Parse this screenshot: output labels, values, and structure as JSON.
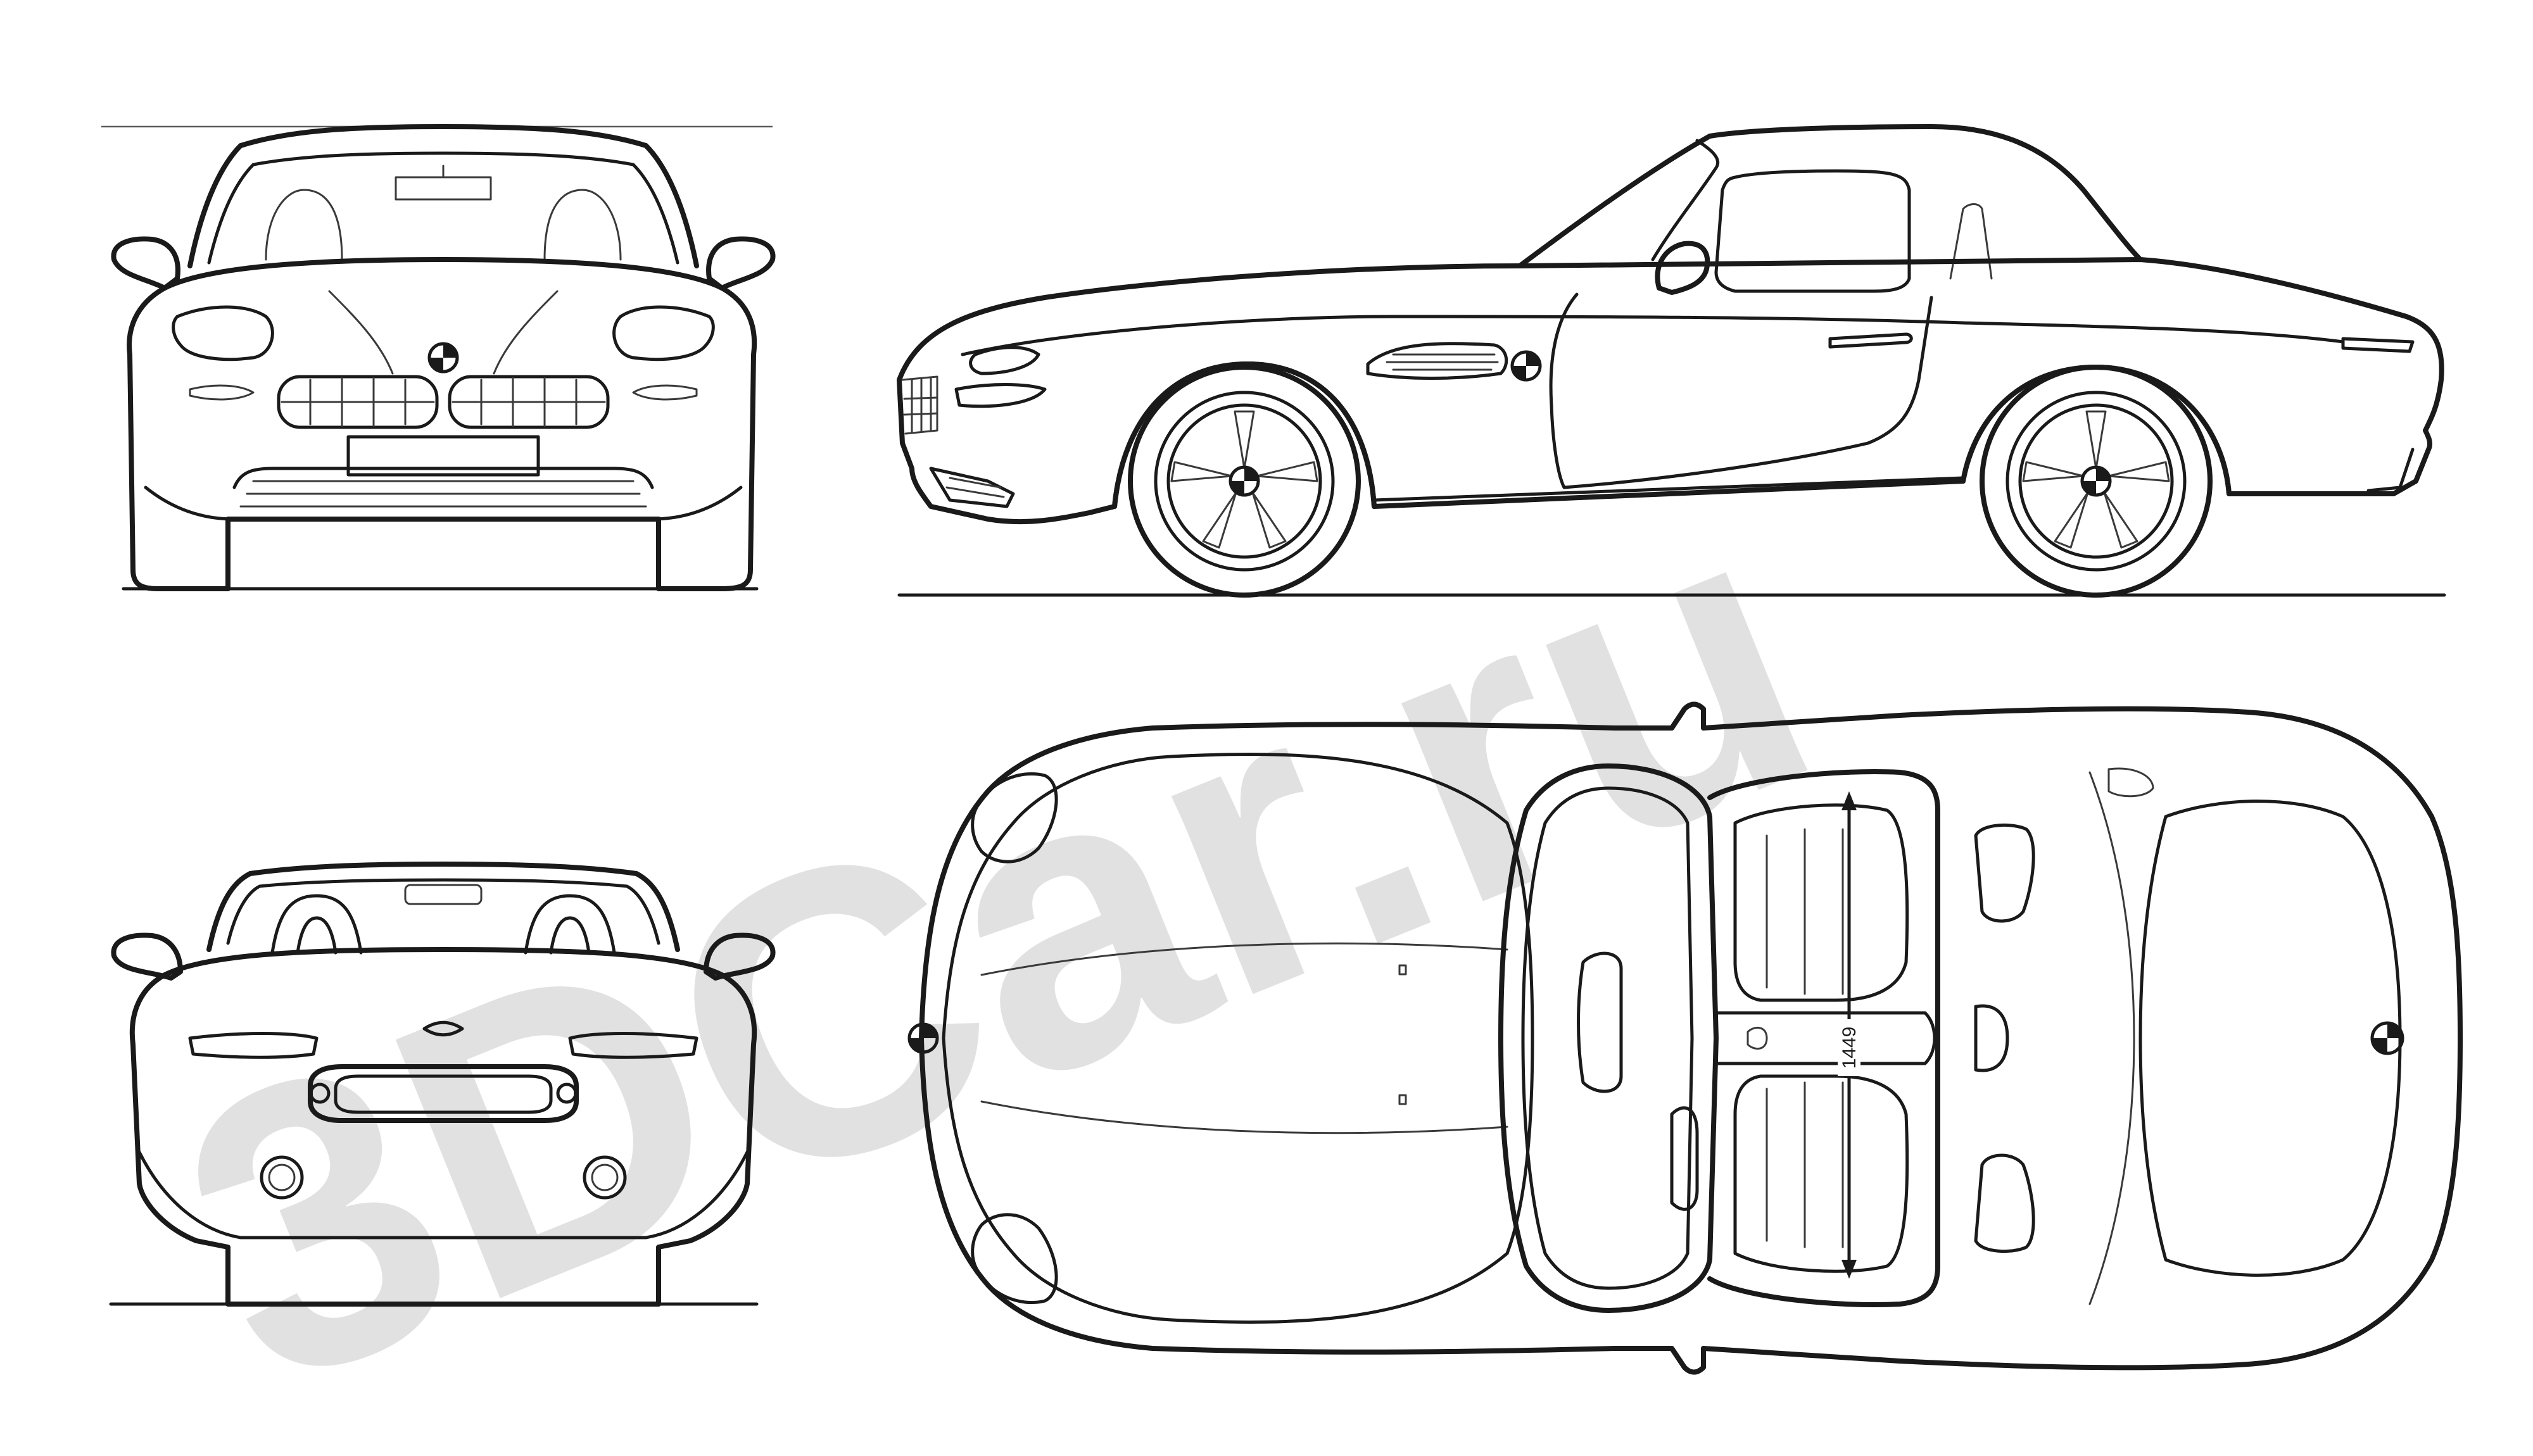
{
  "watermark": {
    "text": "3DCar.ru",
    "color": "#c9c9c9"
  },
  "views": {
    "front": {
      "name": "front-view"
    },
    "side": {
      "name": "side-view"
    },
    "rear": {
      "name": "rear-view"
    },
    "top": {
      "name": "top-view"
    }
  },
  "dimension": {
    "value": "1449"
  },
  "colors": {
    "line": "#1a1a1a",
    "background": "#ffffff"
  }
}
